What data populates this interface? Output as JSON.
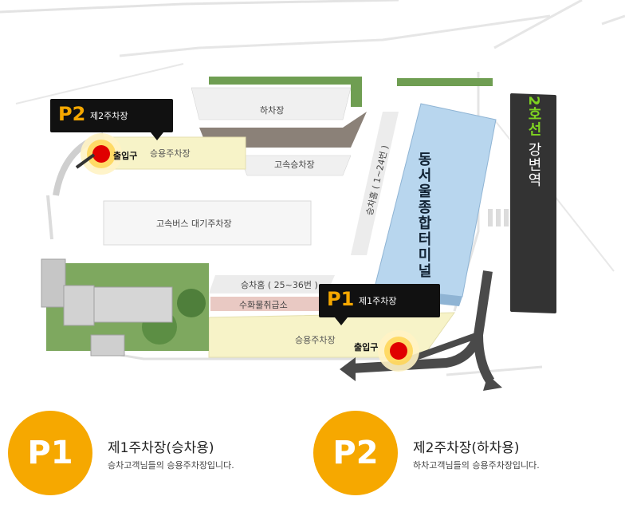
{
  "map": {
    "labels": {
      "drop_off": "하차장",
      "express_boarding": "고속승차장",
      "express_bus_waiting": "고속버스 대기주차장",
      "boarding_gates_1_24": "승차홈 ( 1~24번 )",
      "boarding_gates_25_36": "승차홈 ( 25~36번 )",
      "cargo": "수화물취급소",
      "car_parking_top": "승용주차장",
      "car_parking_bottom": "승용주차장",
      "entrance_p2": "출입구",
      "entrance_p1": "출입구",
      "terminal": "동서울종합터미널",
      "station_line": "2호선",
      "station_name": "강변역"
    },
    "callouts": {
      "p1": {
        "code": "P1",
        "name": "제1주차장"
      },
      "p2": {
        "code": "P2",
        "name": "제2주차장"
      }
    },
    "colors": {
      "accent": "#f6a800",
      "entrance_dot": "#e00000",
      "line2_green": "#7ed321",
      "parking_fill": "#f7f3c8",
      "terminal_fill": "#b8d6ee",
      "station_fill": "#333333"
    }
  },
  "legend": [
    {
      "code": "P1",
      "title": "제1주차장(승차용)",
      "desc": "승차고객님들의 승용주차장입니다."
    },
    {
      "code": "P2",
      "title": "제2주차장(하차용)",
      "desc": "하차고객님들의 승용주차장입니다."
    }
  ]
}
